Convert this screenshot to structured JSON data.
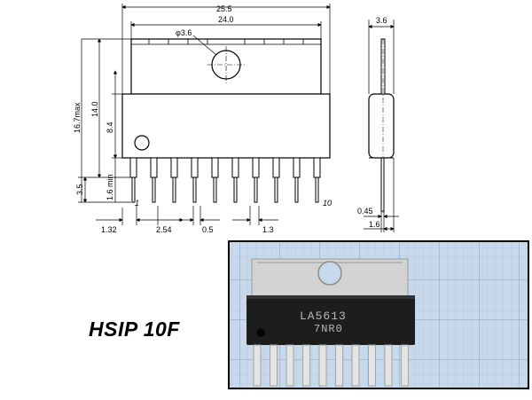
{
  "drawing": {
    "dims_top": {
      "overall_width": "25.5",
      "body_width": "24.0",
      "hole_dia": "φ3.6"
    },
    "dims_left": {
      "max_height": "16.7max",
      "tab_height": "14.0",
      "body_height": "8.4",
      "lead_len": "3.5",
      "lead_min": "1.6 min"
    },
    "dims_bottom": {
      "first_pin_offset": "1.32",
      "pitch": "2.54",
      "lead_width": "0.5",
      "lead_wide": "1.3"
    },
    "pin_labels": {
      "first": "1",
      "last": "10"
    },
    "side_view": {
      "thickness": "3.6",
      "lead_thickness": "0.45",
      "lead_pos": "1.6"
    }
  },
  "photo": {
    "marking_line1": "LA5613",
    "marking_line2": "7NR0"
  },
  "package_name": "HSIP 10F",
  "colors": {
    "grid_bg": "#c6d8ea",
    "grid_line": "#8fb0d0",
    "chip_body": "#1e1e1e",
    "heatsink": "#d7d7d7"
  }
}
